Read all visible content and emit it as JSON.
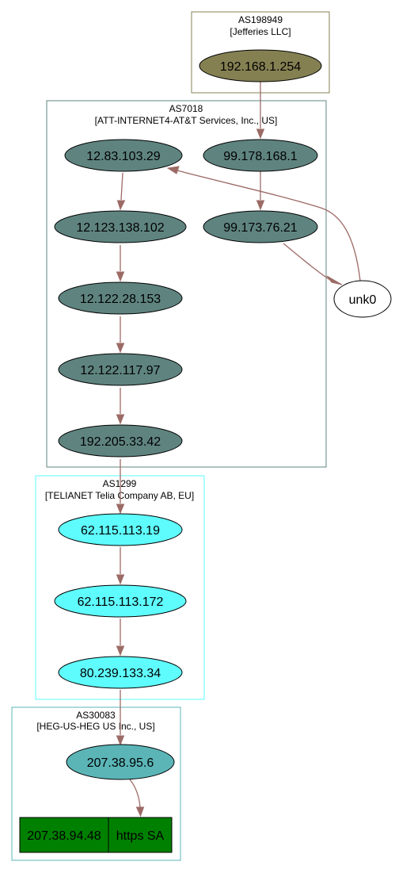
{
  "colors": {
    "edge": "#9c6b66",
    "as198949_border": "#858052",
    "as198949_fill": "#858052",
    "as7018_border": "#5f8480",
    "as7018_fill": "#5f8480",
    "as1299_border": "#5ffcfe",
    "as1299_fill": "#5ffcfe",
    "as30083_border": "#5bb5b7",
    "as30083_fill": "#5bb5b7",
    "unknown_fill": "#ffffff",
    "destination_fill": "#008000"
  },
  "clusters": {
    "as198949": {
      "asn": "AS198949",
      "org": "[Jefferies LLC]"
    },
    "as7018": {
      "asn": "AS7018",
      "org": "[ATT-INTERNET4-AT&T Services, Inc., US]"
    },
    "as1299": {
      "asn": "AS1299",
      "org": "[TELIANET Telia Company AB, EU]"
    },
    "as30083": {
      "asn": "AS30083",
      "org": "[HEG-US-HEG US Inc., US]"
    }
  },
  "nodes": {
    "n1": "192.168.1.254",
    "n2": "99.178.168.1",
    "n3": "99.173.76.21",
    "n4": "12.83.103.29",
    "n5": "12.123.138.102",
    "n6": "12.122.28.153",
    "n7": "12.122.117.97",
    "n8": "192.205.33.42",
    "n9": "62.115.113.19",
    "n10": "62.115.113.172",
    "n11": "80.239.133.34",
    "n12": "207.38.95.6",
    "unk": "unk0",
    "dest_ip": "207.38.94.48",
    "dest_service": "https SA"
  }
}
